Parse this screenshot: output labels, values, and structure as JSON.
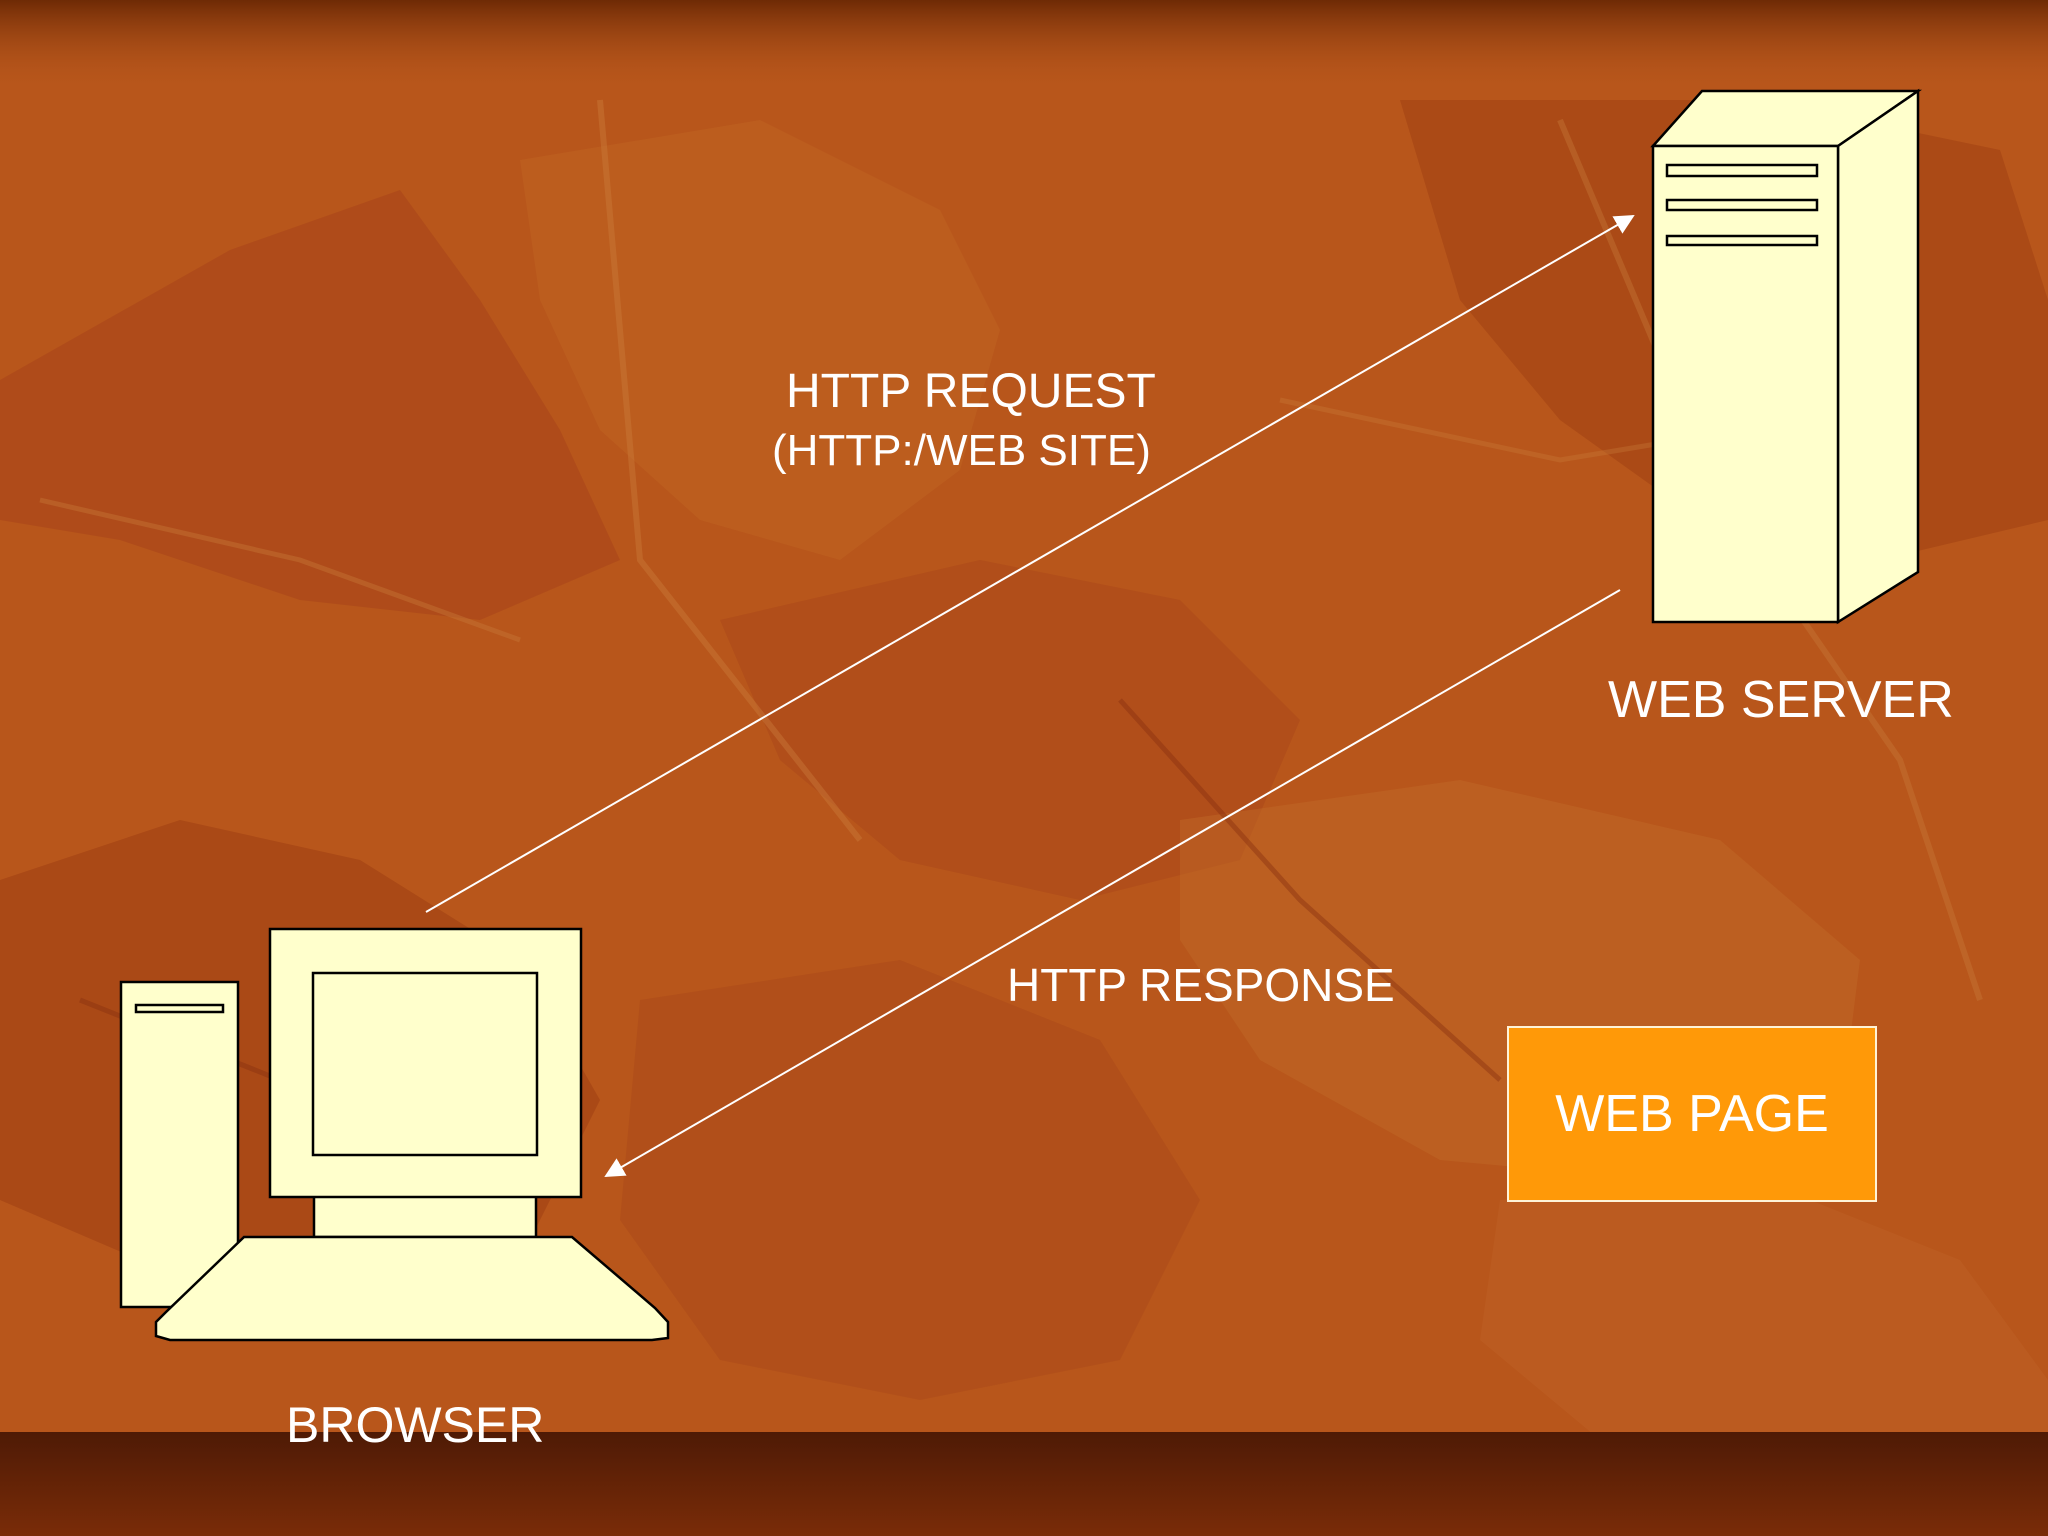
{
  "labels": {
    "http_request": "HTTP REQUEST",
    "http_request_url": "(HTTP:/WEB SITE)",
    "web_server": "WEB SERVER",
    "http_response": "HTTP RESPONSE",
    "web_page": "WEB PAGE",
    "browser": "BROWSER"
  },
  "colors": {
    "background": "#b5541a",
    "device_fill": "#ffffcc",
    "web_page_fill": "#ff9908",
    "text": "#ffffff",
    "bottom_band": "#4e1a05"
  },
  "icons": {
    "server": "server-tower-icon",
    "computer": "desktop-computer-icon"
  }
}
